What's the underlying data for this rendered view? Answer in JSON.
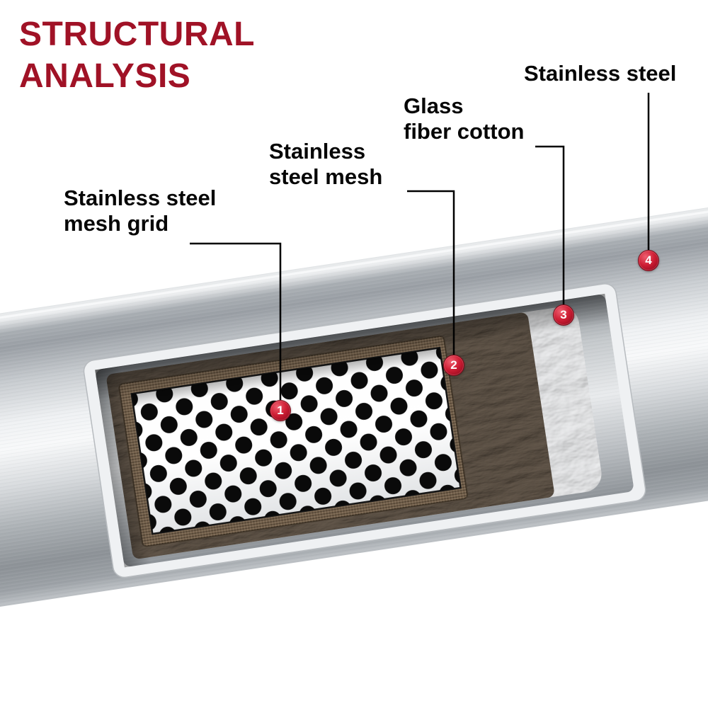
{
  "title": {
    "line1": "STRUCTURAL",
    "line2": "ANALYSIS"
  },
  "callouts": {
    "mesh_grid": {
      "line1": "Stainless steel",
      "line2": "mesh grid",
      "badge": "1"
    },
    "steel_mesh": {
      "line1": "Stainless",
      "line2": "steel mesh",
      "badge": "2"
    },
    "glass_fiber": {
      "line1": "Glass",
      "line2": "fiber cotton",
      "badge": "3"
    },
    "stainless_steel": {
      "line1": "Stainless steel",
      "badge": "4"
    }
  },
  "colors": {
    "title_red": "#a01226",
    "badge_red": "#b5152e",
    "label_black": "#000000",
    "tube_silver": "#c6cacd"
  }
}
